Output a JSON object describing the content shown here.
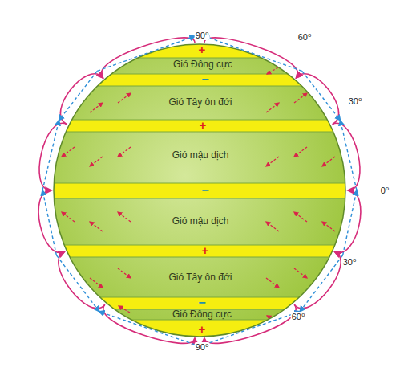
{
  "diagram": {
    "labels": [
      "90⁰",
      "+",
      "Gió Đông cực",
      "60⁰",
      "−",
      "Gió Tây ôn đới",
      "+",
      "30⁰",
      "Gió mậu dịch",
      "−",
      "0⁰",
      "Gió mậu dịch",
      "+",
      "30⁰",
      "Gió Tây ôn đới",
      "−",
      "60⁰",
      "Gió Đông cực",
      "+",
      "90⁰"
    ]
  }
}
